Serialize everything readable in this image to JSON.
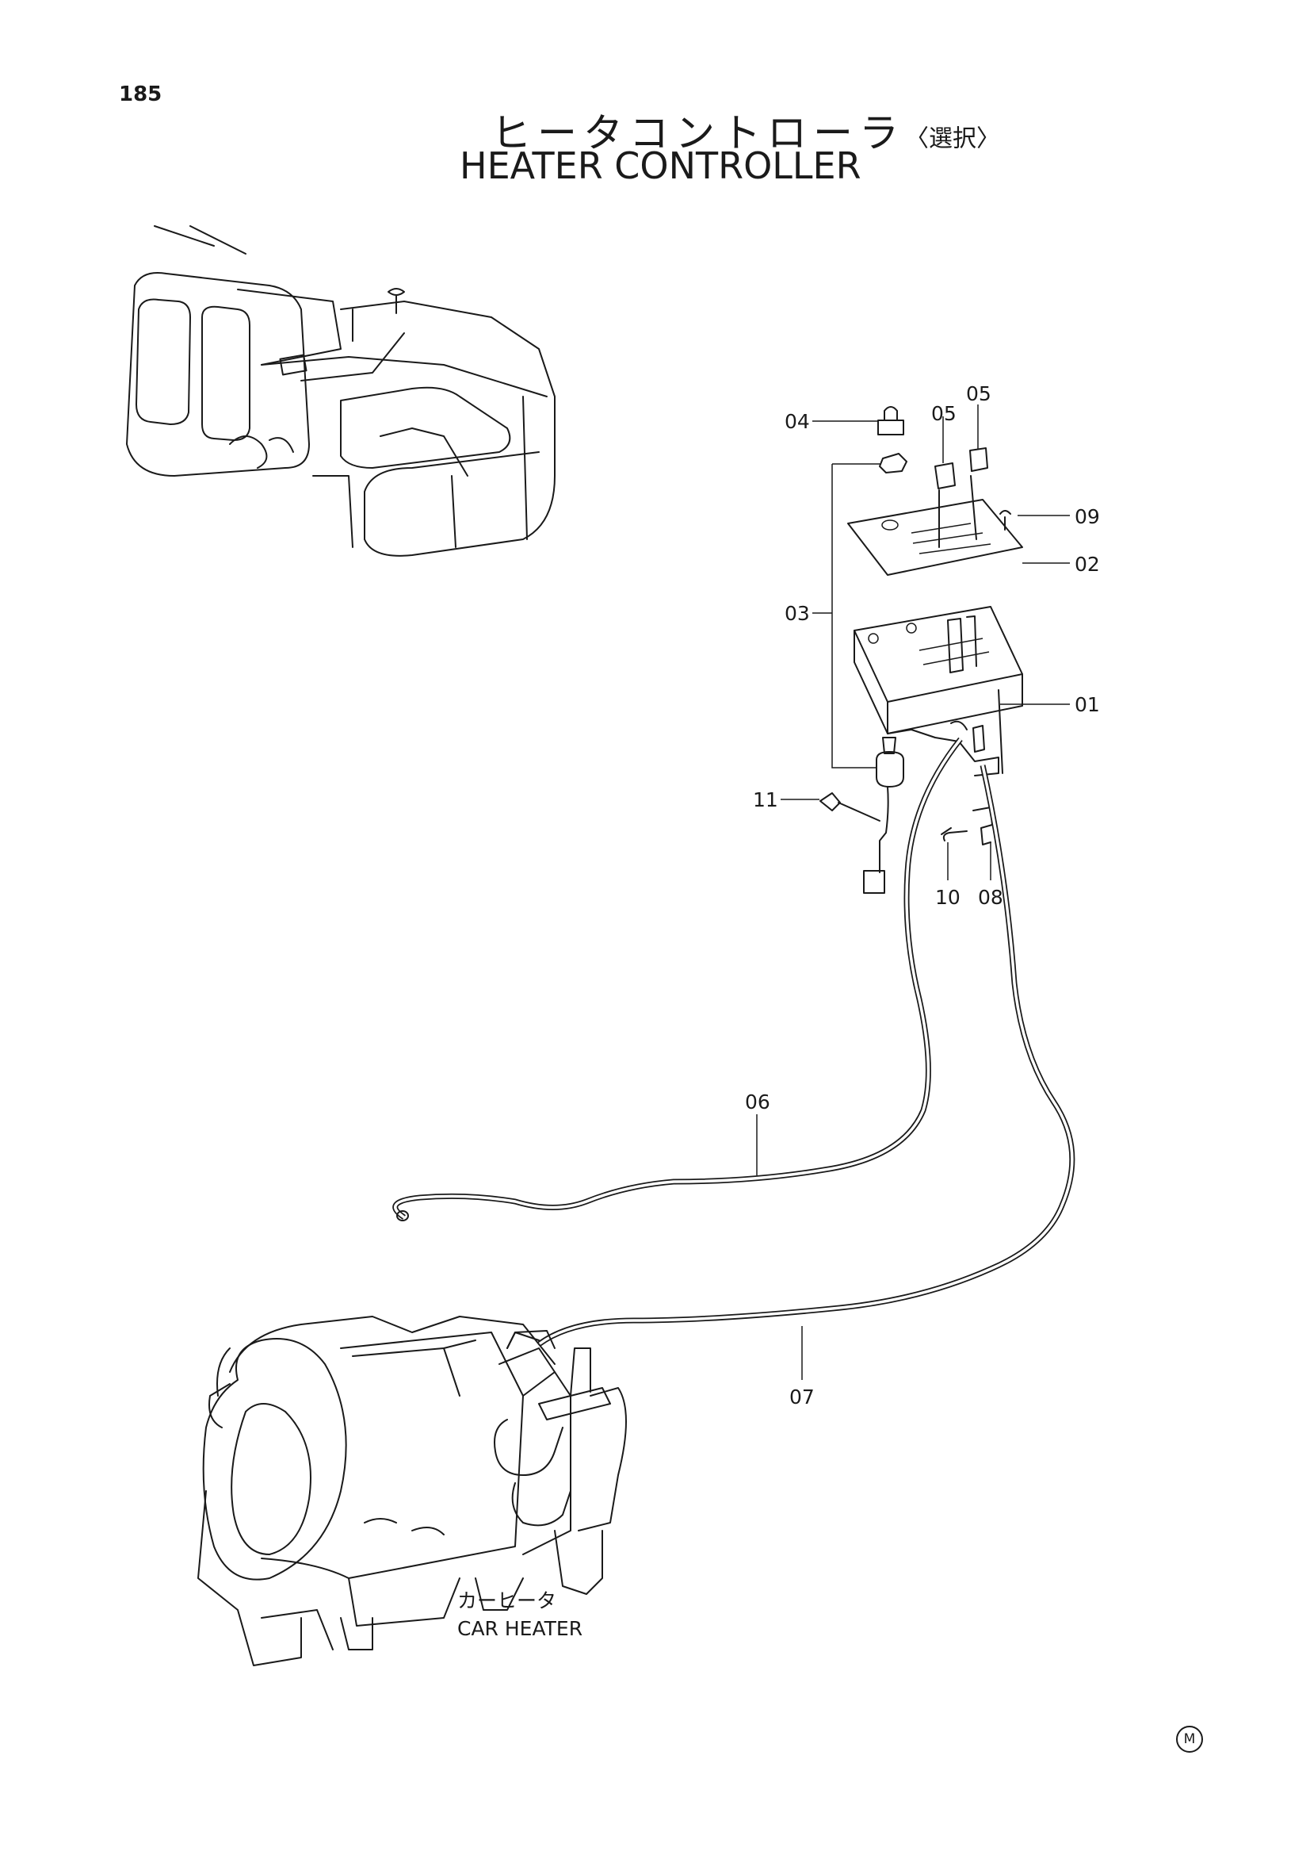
{
  "page": {
    "number": "185"
  },
  "title": {
    "japanese": "ヒータコントローラ",
    "option": "〈選択〉",
    "english": "HEATER CONTROLLER"
  },
  "parts": [
    {
      "id": "04"
    },
    {
      "id": "05"
    },
    {
      "id": "05"
    },
    {
      "id": "09"
    },
    {
      "id": "02"
    },
    {
      "id": "03"
    },
    {
      "id": "01"
    },
    {
      "id": "11"
    },
    {
      "id": "10"
    },
    {
      "id": "08"
    },
    {
      "id": "06"
    },
    {
      "id": "07"
    }
  ],
  "caption": {
    "japanese": "カーヒータ",
    "english": "CAR HEATER"
  },
  "mark": "M"
}
